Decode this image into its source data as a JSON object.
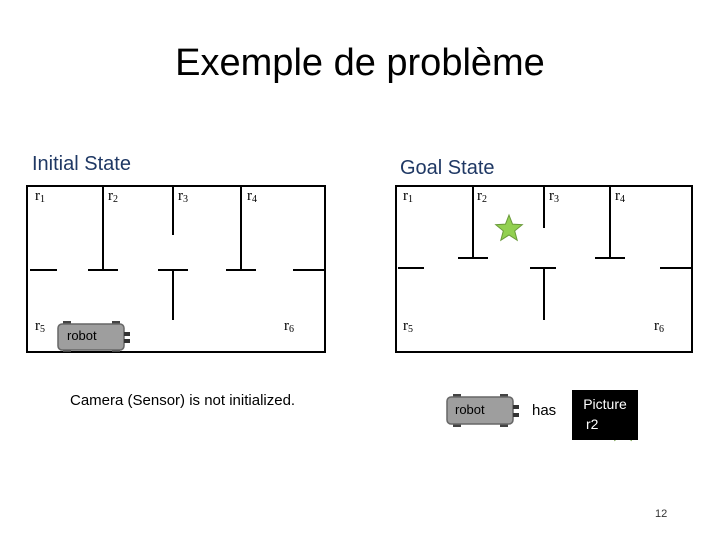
{
  "title": "Exemple de problème",
  "initial": {
    "heading": "Initial State",
    "rooms": [
      "r",
      "r",
      "r",
      "r",
      "r",
      "r"
    ],
    "room_subs": [
      "1",
      "2",
      "3",
      "4",
      "5",
      "6"
    ],
    "robot_label": "robot",
    "caption": "Camera (Sensor) is not initialized."
  },
  "goal": {
    "heading": "Goal State",
    "rooms": [
      "r",
      "r",
      "r",
      "r",
      "r",
      "r"
    ],
    "room_subs": [
      "1",
      "2",
      "3",
      "4",
      "5",
      "6"
    ],
    "robot_label": "robot",
    "has_label": "has",
    "picture_line1": "Picture",
    "picture_line2": "r2"
  },
  "star_color": "#92d050",
  "page_number": "12"
}
